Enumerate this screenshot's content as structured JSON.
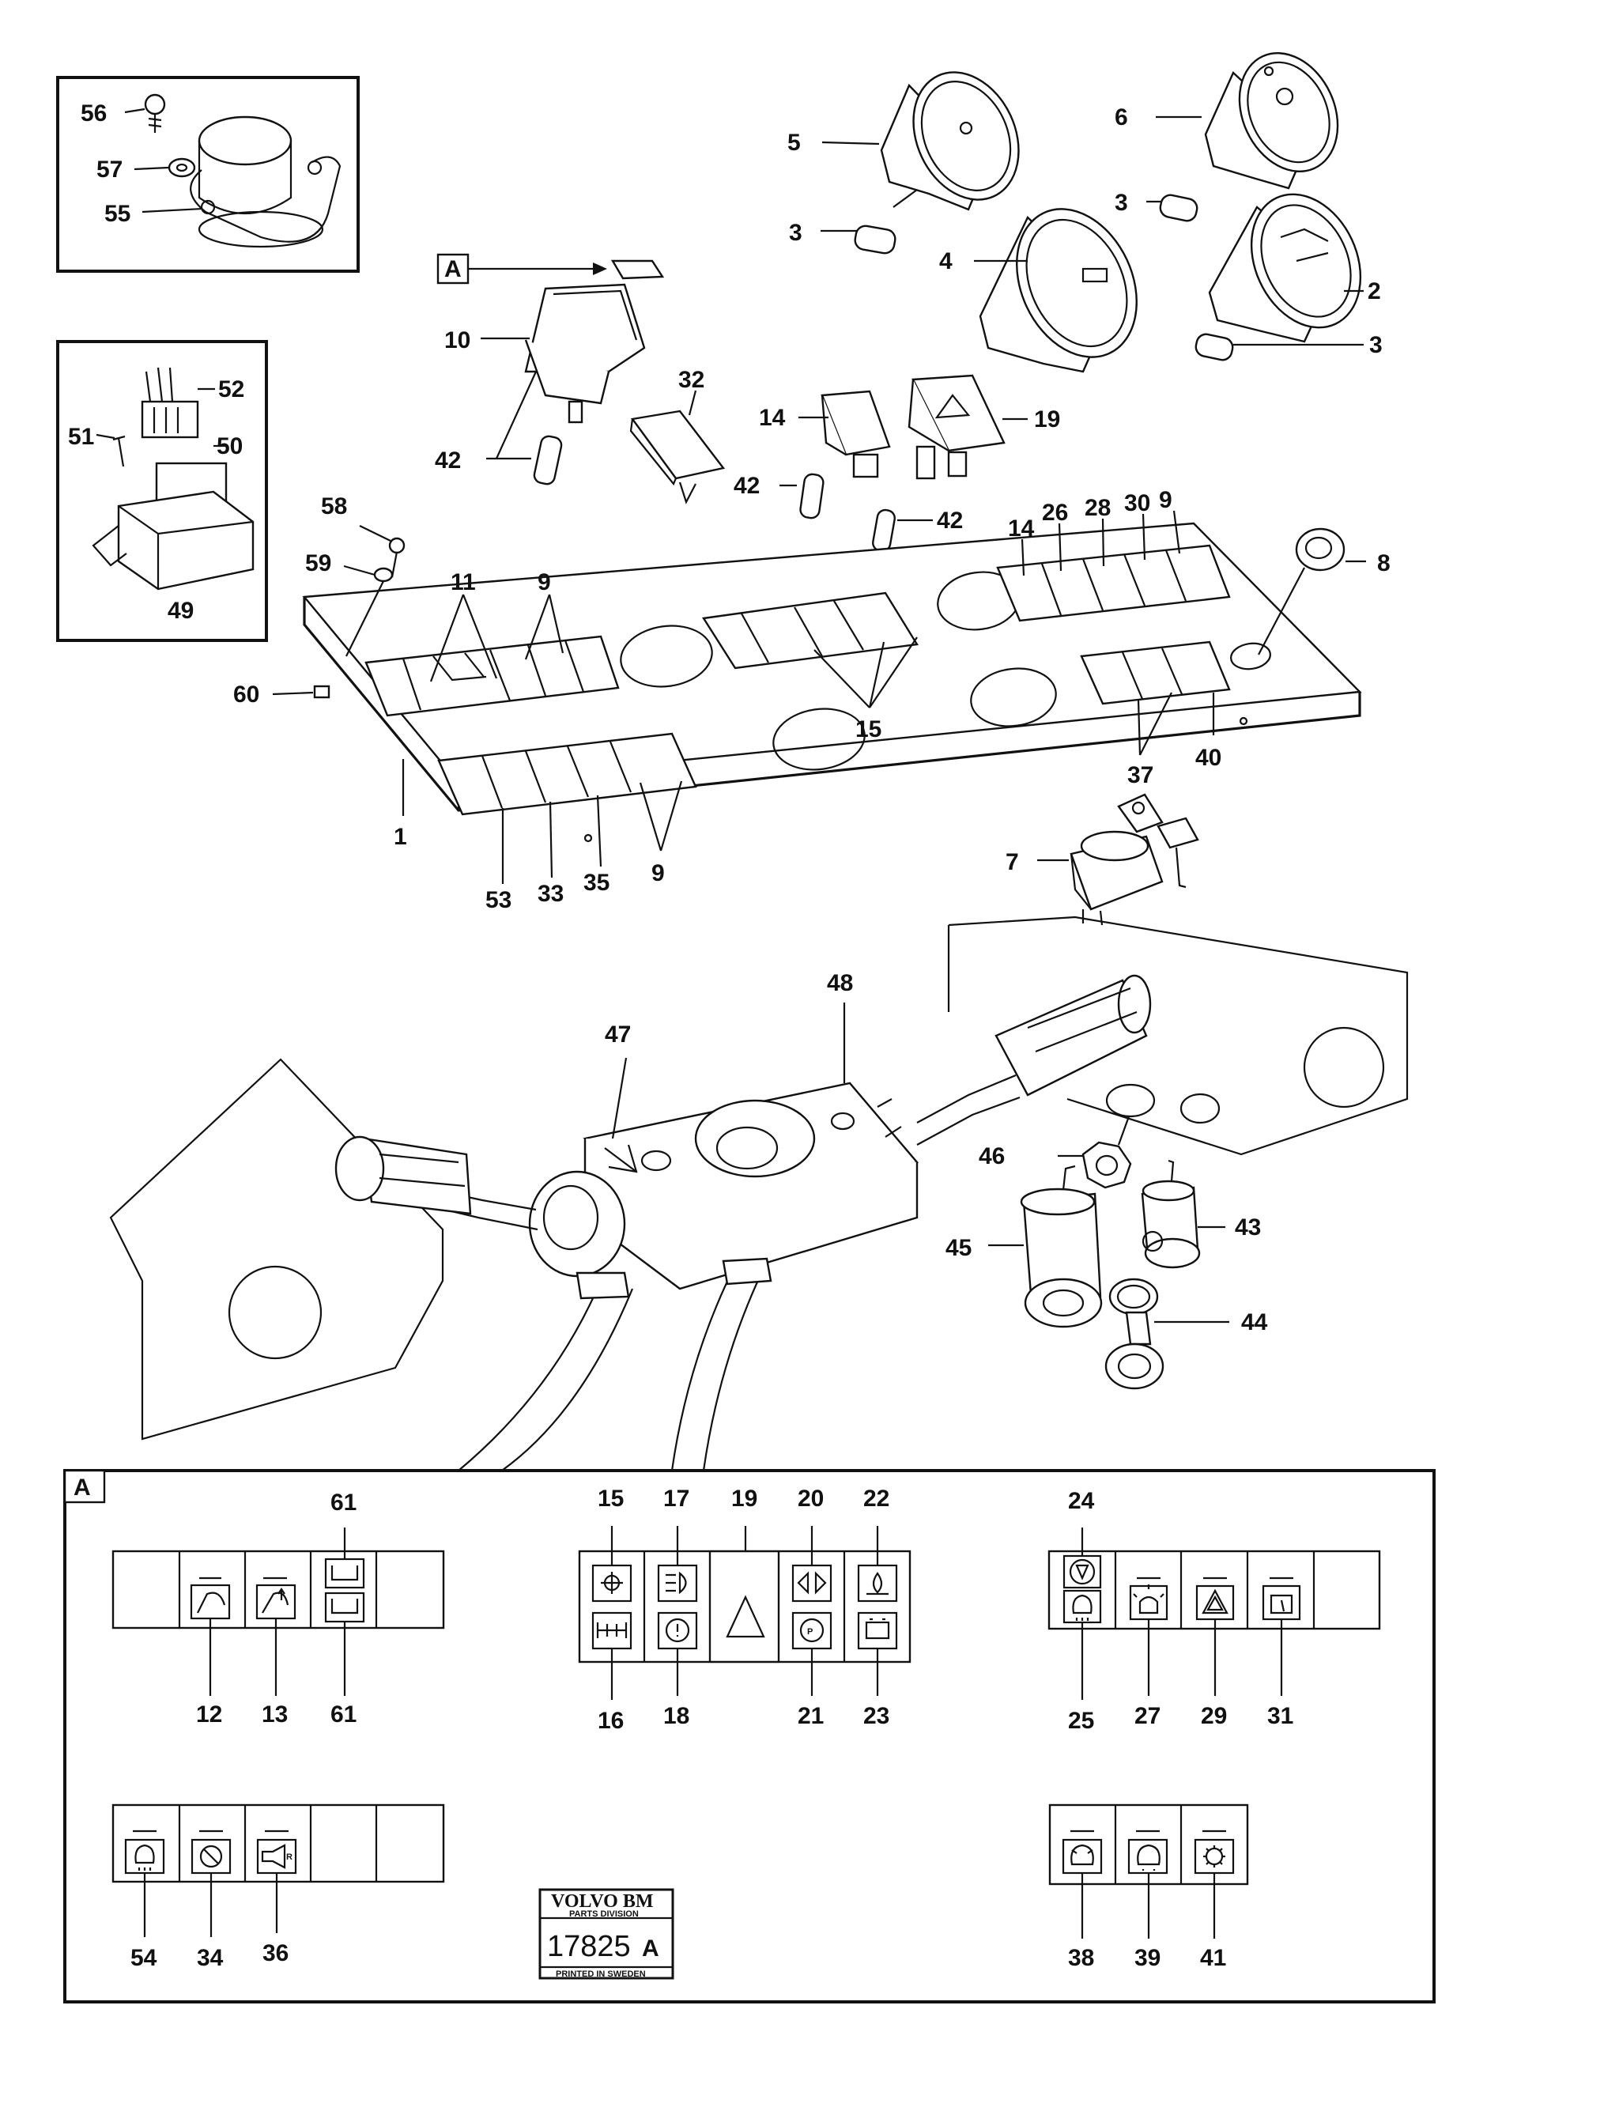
{
  "callouts": {
    "c56": "56",
    "c57": "57",
    "c55": "55",
    "c52": "52",
    "c51": "51",
    "c50": "50",
    "c49": "49",
    "c5": "5",
    "c6": "6",
    "c3a": "3",
    "c3b": "3",
    "c3c": "3",
    "c4": "4",
    "c2": "2",
    "cA": "A",
    "c10": "10",
    "c32": "32",
    "c14a": "14",
    "c19": "19",
    "c42a": "42",
    "c42b": "42",
    "c42c": "42",
    "c58": "58",
    "c59": "59",
    "c11": "11",
    "c9a": "9",
    "c60": "60",
    "c1": "1",
    "c15": "15",
    "c14b": "14",
    "c26": "26",
    "c28": "28",
    "c30": "30",
    "c9b": "9",
    "c8": "8",
    "c37": "37",
    "c40": "40",
    "c53": "53",
    "c33": "33",
    "c35": "35",
    "c9c": "9",
    "c7": "7",
    "c48": "48",
    "c47": "47",
    "c46": "46",
    "c45": "45",
    "c43": "43",
    "c44": "44"
  },
  "panel_a": {
    "label": "A",
    "g1": {
      "top": "61",
      "bottom": [
        "12",
        "13",
        "61"
      ]
    },
    "g2": {
      "top": [
        "15",
        "17",
        "19",
        "20",
        "22"
      ],
      "bottom": [
        "16",
        "18",
        "21",
        "23"
      ]
    },
    "g3": {
      "top": "24",
      "bottom": [
        "25",
        "27",
        "29",
        "31"
      ]
    },
    "g4": {
      "bottom": [
        "54",
        "34",
        "36"
      ]
    },
    "g5": {
      "bottom": [
        "38",
        "39",
        "41"
      ]
    }
  },
  "stamp": {
    "brand": "VOLVO BM",
    "division": "PARTS DIVISION",
    "code": "17825",
    "suffix": "A",
    "printed": "PRINTED IN SWEDEN"
  },
  "icons": [
    "relay-icon",
    "gauge-icon",
    "switch-icon",
    "ignition-key-icon",
    "stalk-switch-icon",
    "warning-triangle-icon",
    "work-light-icon",
    "beacon-icon",
    "parking-brake-icon",
    "battery-icon",
    "wiper-icon",
    "horn-icon"
  ]
}
